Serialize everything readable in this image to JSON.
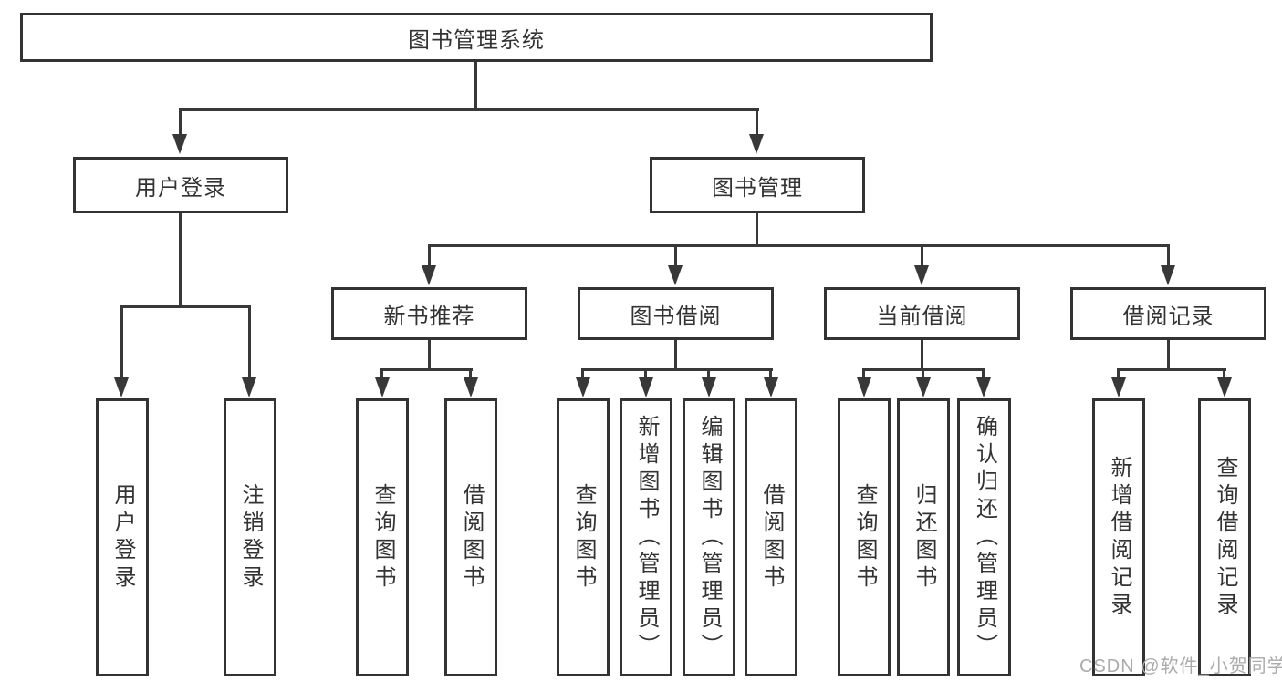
{
  "tree": {
    "label": "图书管理系统",
    "children": [
      {
        "label": "用户登录",
        "children": [
          {
            "label": "用户登录"
          },
          {
            "label": "注销登录"
          }
        ]
      },
      {
        "label": "图书管理",
        "children": [
          {
            "label": "新书推荐",
            "children": [
              {
                "label": "查询图书"
              },
              {
                "label": "借阅图书"
              }
            ]
          },
          {
            "label": "图书借阅",
            "children": [
              {
                "label": "查询图书"
              },
              {
                "label": "新增图书（管理员）"
              },
              {
                "label": "编辑图书（管理员）"
              },
              {
                "label": "借阅图书"
              }
            ]
          },
          {
            "label": "当前借阅",
            "children": [
              {
                "label": "查询图书"
              },
              {
                "label": "归还图书"
              },
              {
                "label": "确认归还（管理员）"
              }
            ]
          },
          {
            "label": "借阅记录",
            "children": [
              {
                "label": "新增借阅记录"
              },
              {
                "label": "查询借阅记录"
              }
            ]
          }
        ]
      }
    ]
  },
  "watermark": {
    "text": "CSDN @软件_小贺同学"
  },
  "colors": {
    "line": "#383838",
    "border": "#333333",
    "fill": "#ffffff",
    "text": "#333333",
    "watermark": "#ababab"
  }
}
